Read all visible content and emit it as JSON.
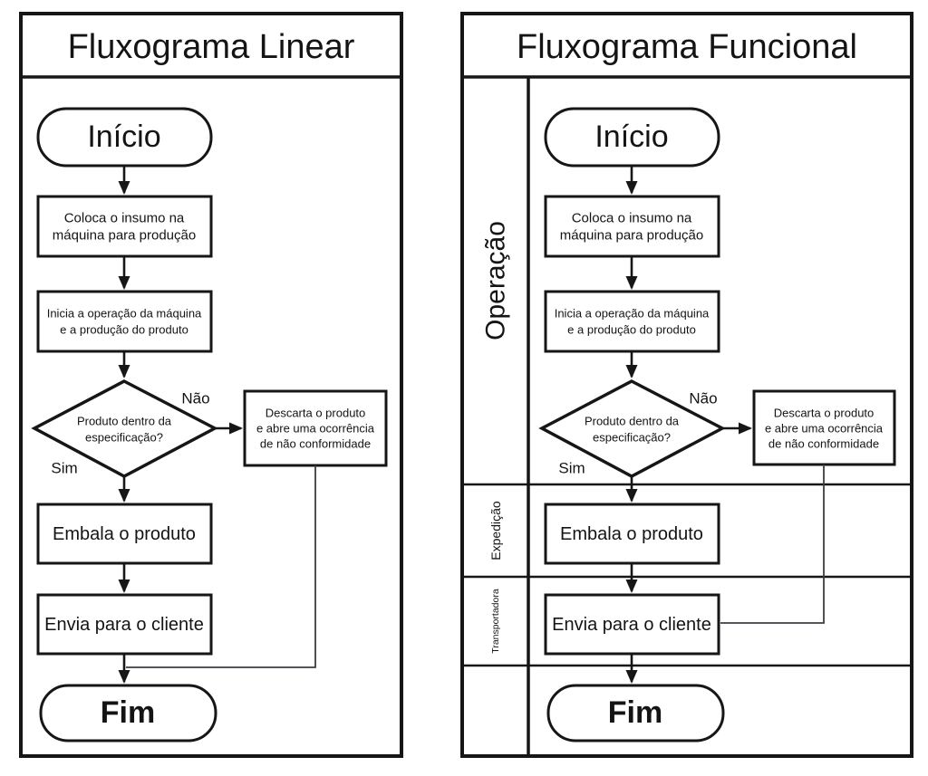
{
  "left_chart": {
    "title": "Fluxograma Linear"
  },
  "right_chart": {
    "title": "Fluxograma Funcional",
    "lanes": [
      "Operação",
      "Expedição",
      "Transportadora"
    ]
  },
  "flow": {
    "start": "Início",
    "step_insumo": [
      "Coloca o insumo na",
      "máquina para produção"
    ],
    "step_operacao": [
      "Inicia a operação da máquina",
      "e a produção do produto"
    ],
    "decision": [
      "Produto dentro da",
      "especificação?"
    ],
    "label_no": "Não",
    "label_yes": "Sim",
    "reject": [
      "Descarta o produto",
      "e abre uma ocorrência",
      "de não conformidade"
    ],
    "step_embala": "Embala o produto",
    "step_envia": "Envia para o cliente",
    "end": "Fim"
  },
  "colors": {
    "ink": "#161616",
    "background": "#ffffff"
  }
}
